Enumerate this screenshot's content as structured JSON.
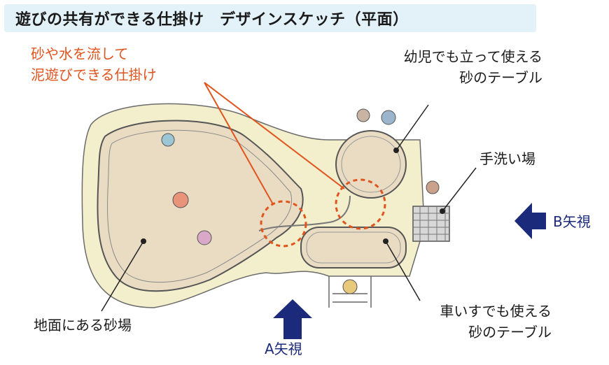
{
  "title": "遊びの共有ができる仕掛け　デザインスケッチ（平面）",
  "labels": {
    "mud_play_line1": "砂や水を流して",
    "mud_play_line2": "泥遊びできる仕掛け",
    "toddler_table_line1": "幼児でも立って使える",
    "toddler_table_line2": "砂のテーブル",
    "hand_wash": "手洗い場",
    "ground_sandpit": "地面にある砂場",
    "wheelchair_table_line1": "車いすでも使える",
    "wheelchair_table_line2": "砂のテーブル",
    "view_a": "A矢視",
    "view_b": "B矢視"
  },
  "colors": {
    "sand": "#e9dcc2",
    "border_fill": "#f3efcc",
    "accent_red": "#e0541e",
    "arrow_blue": "#1b2a7a",
    "title_band": "#e3f1f8"
  }
}
